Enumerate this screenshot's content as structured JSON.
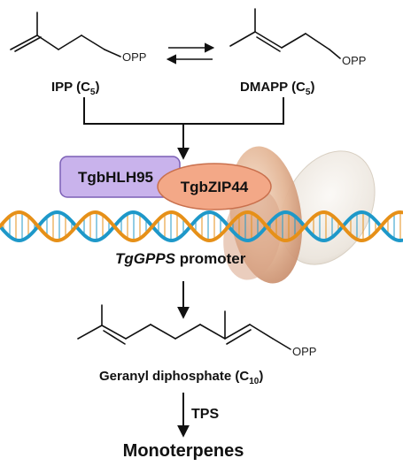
{
  "molecules": {
    "ipp": {
      "group": "OPP",
      "name": "IPP (C",
      "sub": "5",
      "tail": ")"
    },
    "dmapp": {
      "group": "OPP",
      "name": "DMAPP (C",
      "sub": "5",
      "tail": ")"
    },
    "gpp": {
      "group": "OPP",
      "name": "Geranyl diphosphate (C",
      "sub": "10",
      "tail": ")"
    }
  },
  "factors": {
    "bhlh": "TgbHLH95",
    "bzip": "TgbZIP44"
  },
  "promoter": {
    "gene": "TgGPPS",
    "word": " promoter"
  },
  "enzyme": "TPS",
  "product": "Monoterpenes",
  "colors": {
    "bhlh_fill": "#c9b3ec",
    "bhlh_stroke": "#7b5fb5",
    "bzip_fill": "#f3a887",
    "bzip_stroke": "#c9704d",
    "dna_strand_1": "#1e98c9",
    "dna_strand_2": "#e69018",
    "flower_petal": "#e8c2a5",
    "flower_petal_white": "#f3efe9"
  }
}
